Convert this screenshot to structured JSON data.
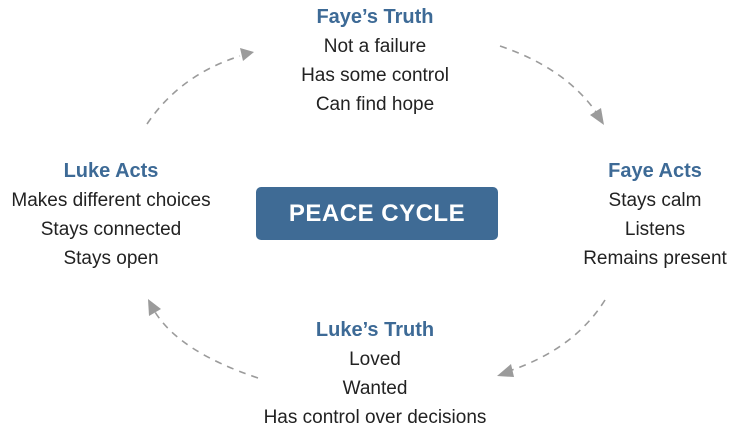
{
  "center": {
    "label": "PEACE CYCLE"
  },
  "top": {
    "title": "Faye’s Truth",
    "lines": [
      "Not a failure",
      "Has some control",
      "Can find hope"
    ]
  },
  "right": {
    "title": "Faye Acts",
    "lines": [
      "Stays calm",
      "Listens",
      "Remains present"
    ]
  },
  "bottom": {
    "title": "Luke’s Truth",
    "lines": [
      "Loved",
      "Wanted",
      "Has control over decisions"
    ]
  },
  "left": {
    "title": "Luke Acts",
    "lines": [
      "Makes different choices",
      "Stays connected",
      "Stays open"
    ]
  },
  "colors": {
    "title": "#3d6a96",
    "center_fill": "#3f6b95",
    "arrow": "#9b9b9b"
  }
}
